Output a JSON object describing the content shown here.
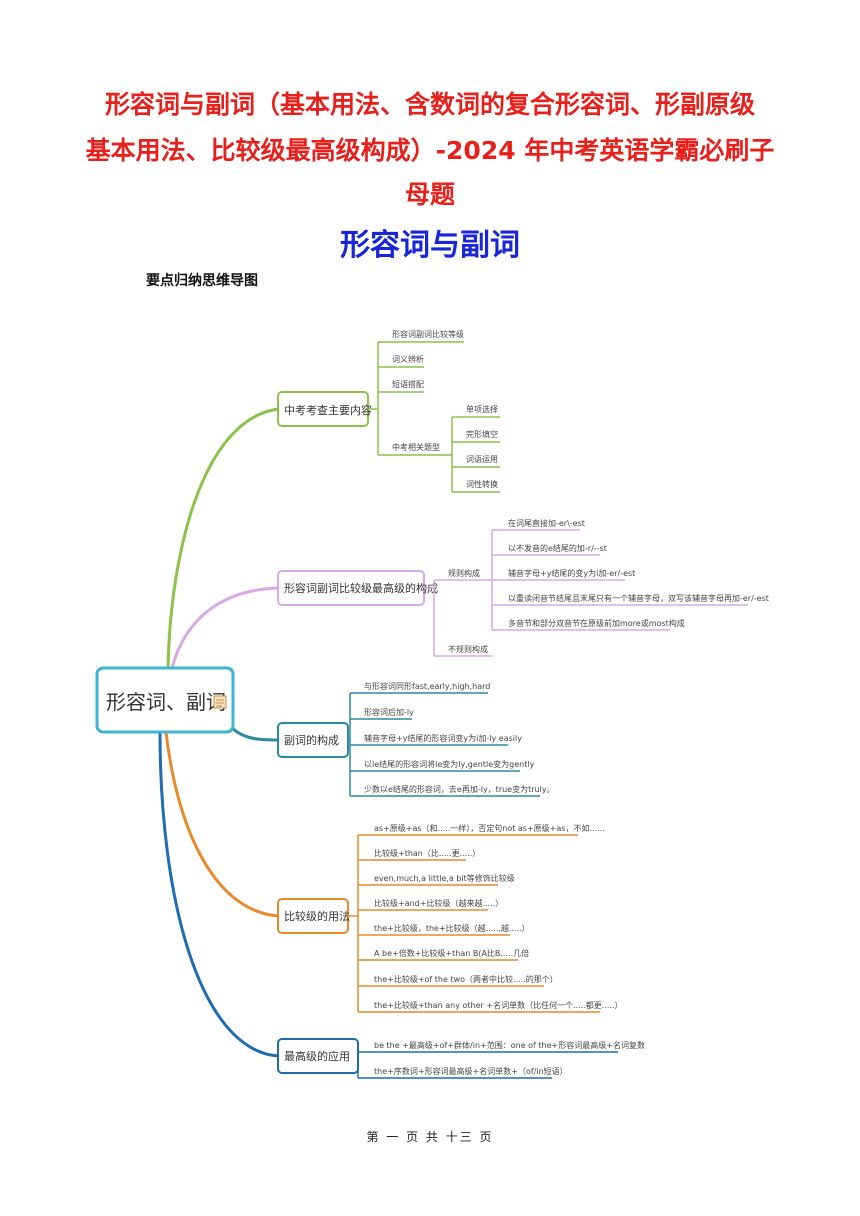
{
  "header": {
    "title_line1": "形容词与副词（基本用法、含数词的复合形容词、形副原级",
    "title_line2": "基本用法、比较级最高级构成）-2024 年中考英语学霸必刷子",
    "title_line3": "母题",
    "subtitle": "形容词与副词",
    "section_label": "要点归纳思维导图"
  },
  "mindmap": {
    "root": "形容词、副词",
    "colors": {
      "green": "#8cc24a",
      "purple": "#d9a9e6",
      "teal": "#2b8aa3",
      "orange": "#e8892c",
      "blue": "#1f6cb0",
      "root_border": "#3fb4d4"
    },
    "branch1": {
      "label": "中考考查主要内容",
      "items": [
        "形容词副词比较等级",
        "词义辨析",
        "短语搭配",
        "中考相关题型"
      ],
      "subitems": [
        "单项选择",
        "完形填空",
        "词语运用",
        "词性转换"
      ]
    },
    "branch2": {
      "label": "形容词副词比较级最高级的构成",
      "regular": "规则构成",
      "irregular": "不规则构成",
      "items": [
        "在词尾直接加-er\\-est",
        "以不发音的e结尾的加-r/--st",
        "辅音字母+y结尾的变y为i加-er/-est",
        "以重读闭音节结尾且末尾只有一个辅音字母，双写该辅音字母再加-er/-est",
        "多音节和部分双音节在原级前加more或most构成"
      ]
    },
    "branch3": {
      "label": "副词的构成",
      "items": [
        "与形容词同形fast,early,high,hard",
        "形容词后加-ly",
        "辅音字母+y结尾的形容词变y为i加-ly easily",
        "以le结尾的形容词将le变为ly,gentle变为gently",
        "少数以e结尾的形容词，去e再加-ly，true变为truly。"
      ]
    },
    "branch4": {
      "label": "比较级的用法",
      "items": [
        "as+原级+as（和.....一样），否定句not as+原级+as，不如......",
        "比较级+than（比.....更.....）",
        "even,much,a little,a bit等修饰比较级",
        "比较级+and+比较级（越来越.....）",
        "the+比较级，the+比较级（越.....,越.....）",
        "A be+倍数+比较级+than B(A比B.....几倍",
        "the+比较级+of the two（两者中比较.....的那个）",
        "the+比较级+than any other +名词单数（比任何一个.....都更.....）"
      ]
    },
    "branch5": {
      "label": "最高级的应用",
      "items": [
        "be the +最高级+of+群体/in+范围：one of the+形容词最高级+名词复数",
        "the+序数词+形容词最高级+名词单数+（of/in短语）"
      ]
    }
  },
  "footer": "第 一 页 共 十三 页"
}
